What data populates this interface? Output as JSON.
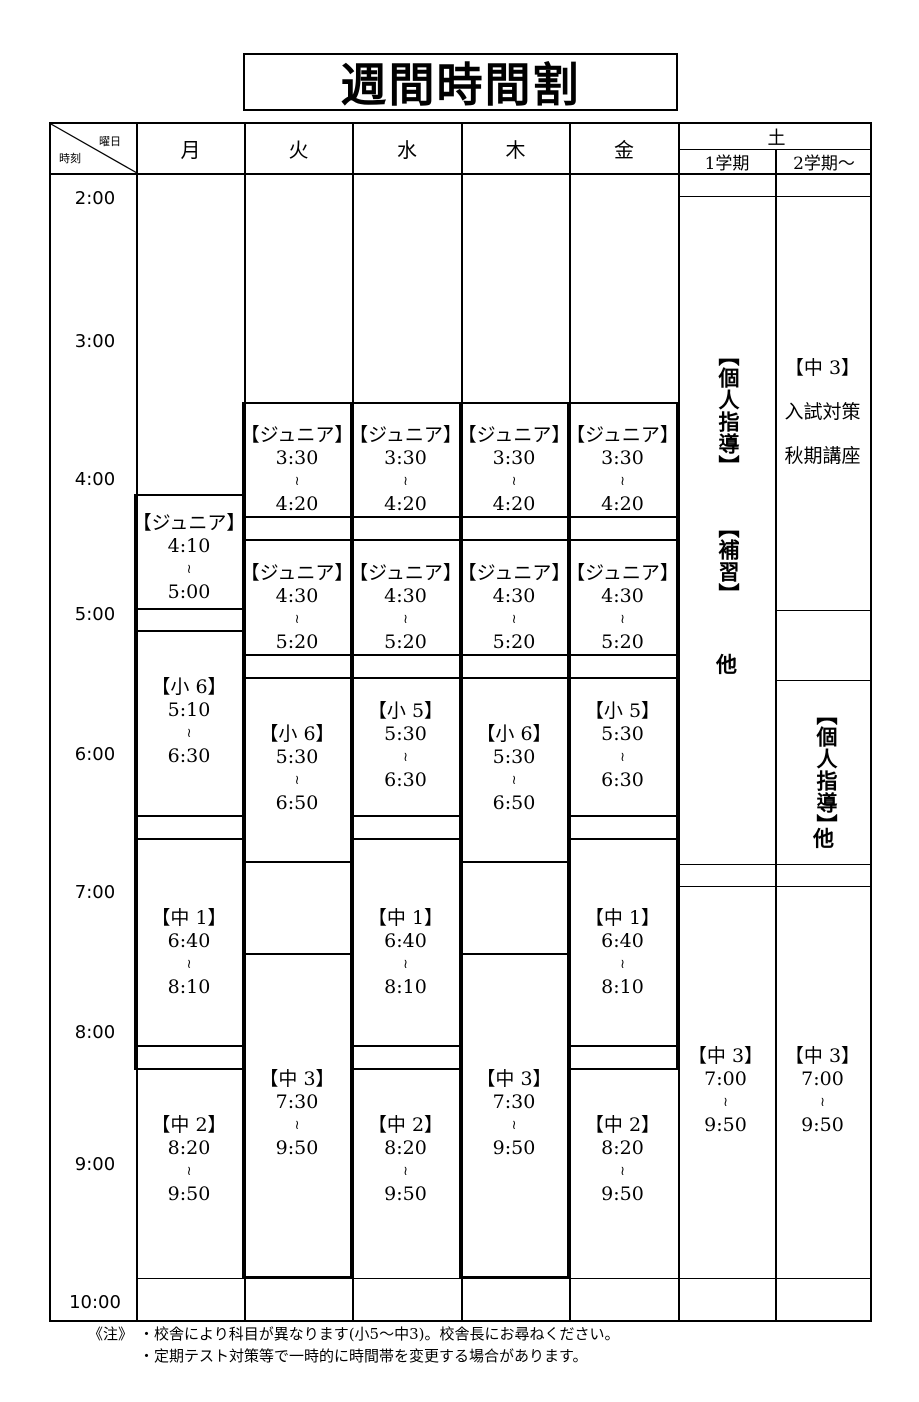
{
  "title": "週間時間割",
  "header": {
    "corner_day": "曜日",
    "corner_time": "時刻",
    "days": [
      "月",
      "火",
      "水",
      "木",
      "金",
      "土"
    ],
    "sat_terms": [
      "1学期",
      "2学期～"
    ]
  },
  "times": [
    "2:00",
    "3:00",
    "4:00",
    "5:00",
    "6:00",
    "7:00",
    "8:00",
    "9:00",
    "10:00"
  ],
  "wave": "≀",
  "classes": [
    {
      "id": "mon-jr",
      "label": "【ジュニア】",
      "start": "4:10",
      "end": "5:00"
    },
    {
      "id": "mon-s6",
      "label": "【小 6】",
      "start": "5:10",
      "end": "6:30"
    },
    {
      "id": "mon-c1",
      "label": "【中 1】",
      "start": "6:40",
      "end": "8:10"
    },
    {
      "id": "mon-c2",
      "label": "【中 2】",
      "start": "8:20",
      "end": "9:50"
    },
    {
      "id": "tue-jr1",
      "label": "【ジュニア】",
      "start": "3:30",
      "end": "4:20"
    },
    {
      "id": "tue-jr2",
      "label": "【ジュニア】",
      "start": "4:30",
      "end": "5:20"
    },
    {
      "id": "tue-s6",
      "label": "【小 6】",
      "start": "5:30",
      "end": "6:50"
    },
    {
      "id": "tue-c3",
      "label": "【中 3】",
      "start": "7:30",
      "end": "9:50"
    },
    {
      "id": "wed-jr1",
      "label": "【ジュニア】",
      "start": "3:30",
      "end": "4:20"
    },
    {
      "id": "wed-jr2",
      "label": "【ジュニア】",
      "start": "4:30",
      "end": "5:20"
    },
    {
      "id": "wed-s5",
      "label": "【小 5】",
      "start": "5:30",
      "end": "6:30"
    },
    {
      "id": "wed-c1",
      "label": "【中 1】",
      "start": "6:40",
      "end": "8:10"
    },
    {
      "id": "wed-c2",
      "label": "【中 2】",
      "start": "8:20",
      "end": "9:50"
    },
    {
      "id": "thu-jr1",
      "label": "【ジュニア】",
      "start": "3:30",
      "end": "4:20"
    },
    {
      "id": "thu-jr2",
      "label": "【ジュニア】",
      "start": "4:30",
      "end": "5:20"
    },
    {
      "id": "thu-s6",
      "label": "【小 6】",
      "start": "5:30",
      "end": "6:50"
    },
    {
      "id": "thu-c3",
      "label": "【中 3】",
      "start": "7:30",
      "end": "9:50"
    },
    {
      "id": "fri-jr1",
      "label": "【ジュニア】",
      "start": "3:30",
      "end": "4:20"
    },
    {
      "id": "fri-jr2",
      "label": "【ジュニア】",
      "start": "4:30",
      "end": "5:20"
    },
    {
      "id": "fri-s5",
      "label": "【小 5】",
      "start": "5:30",
      "end": "6:30"
    },
    {
      "id": "fri-c1",
      "label": "【中 1】",
      "start": "6:40",
      "end": "8:10"
    },
    {
      "id": "fri-c2",
      "label": "【中 2】",
      "start": "8:20",
      "end": "9:50"
    },
    {
      "id": "sat1-c3",
      "label": "【中 3】",
      "start": "7:00",
      "end": "9:50"
    },
    {
      "id": "sat2-c3",
      "label": "【中 3】",
      "start": "7:00",
      "end": "9:50"
    }
  ],
  "saturday": {
    "t1_individual": "【個人指導】",
    "t1_supplement": "【補習】",
    "t1_other": "他",
    "t2_c3": "【中 3】",
    "t2_exam": "入試対策",
    "t2_autumn": "秋期講座",
    "t2_individual": "【個人指導】",
    "t2_other": "他"
  },
  "notes": {
    "prefix": "《注》",
    "line1": "・校舎により科目が異なります(小5～中3)。校舎長にお尋ねください。",
    "line2": "・定期テスト対策等で一時的に時間帯を変更する場合があります。"
  }
}
